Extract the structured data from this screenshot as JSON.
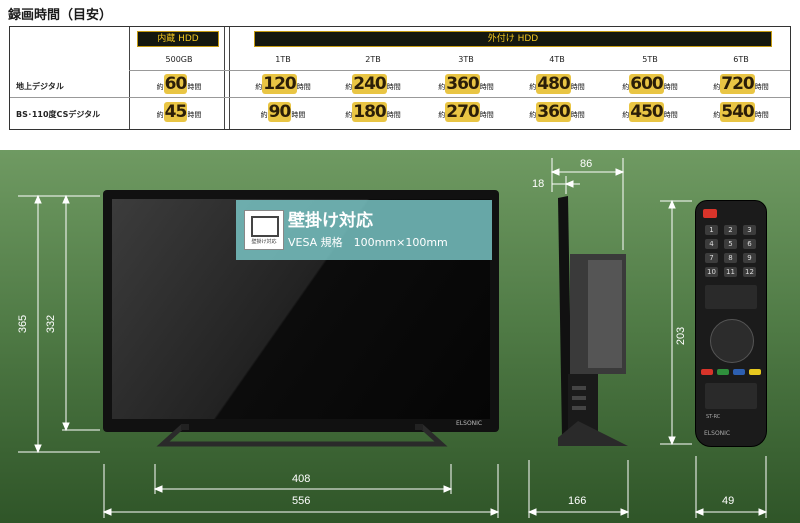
{
  "title": "録画時間（目安）",
  "table": {
    "internal_header": "内蔵 HDD",
    "external_header": "外付け HDD",
    "columns": [
      "500GB",
      "1TB",
      "2TB",
      "3TB",
      "4TB",
      "5TB",
      "6TB"
    ],
    "prefix": "約",
    "suffix": "時間",
    "rows": [
      {
        "label": "地上デジタル",
        "values": [
          "60",
          "120",
          "240",
          "360",
          "480",
          "600",
          "720"
        ]
      },
      {
        "label": "BS･110度CSデジタル",
        "values": [
          "45",
          "90",
          "180",
          "270",
          "360",
          "450",
          "540"
        ]
      }
    ]
  },
  "vesa": {
    "title": "壁掛け対応",
    "spec": "VESA 規格　100mm×100mm",
    "icon_caption": "壁掛け対応",
    "icon": "wall-mount-icon"
  },
  "dimensions": {
    "height_total": "365",
    "height_screen": "332",
    "width_screen": "408",
    "width_total": "556",
    "depth_stand": "166",
    "side_top": "86",
    "side_thin": "18",
    "remote_height": "203",
    "remote_width": "49"
  },
  "brand": "ELSONIC",
  "remote": {
    "model": "ST-RC",
    "keys": [
      "1",
      "2",
      "3",
      "4",
      "5",
      "6",
      "7",
      "8",
      "9",
      "10",
      "11",
      "12"
    ],
    "colors": [
      "#d8342a",
      "#2f8f3c",
      "#2d5fb0",
      "#e6c81f"
    ]
  }
}
